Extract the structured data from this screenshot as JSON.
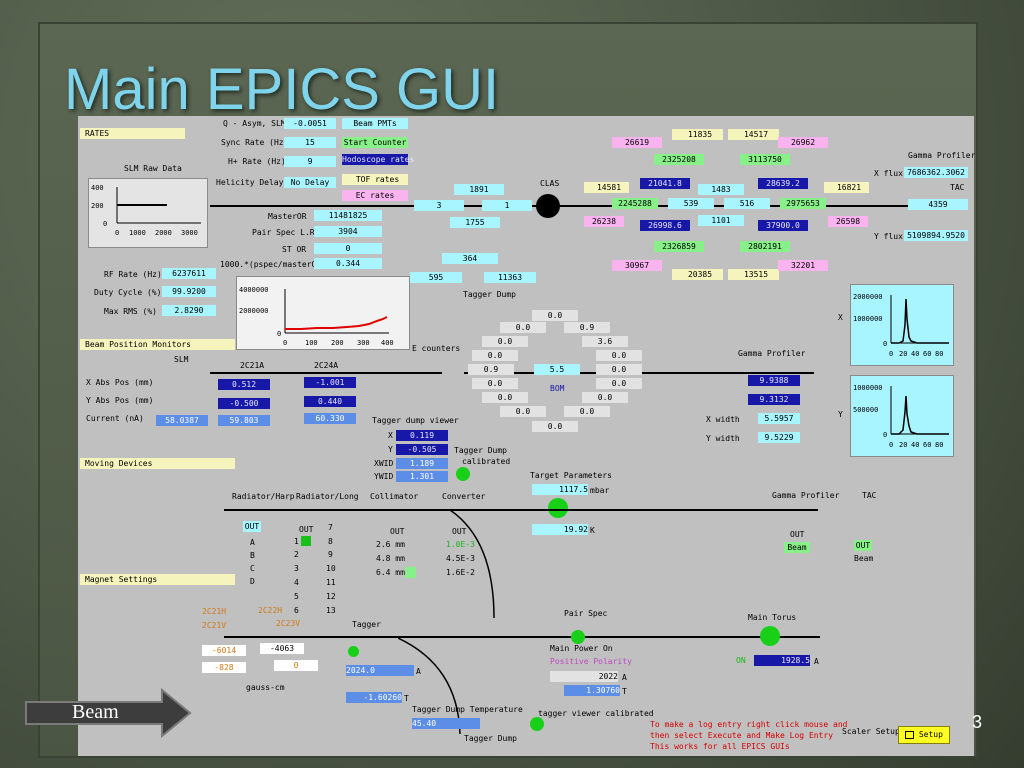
{
  "slide": {
    "title": "Main EPICS GUI",
    "page_number": "3",
    "nav_label": "Beam"
  },
  "gui": {
    "rates_section": "RATES",
    "bpm_section": "Beam Position Monitors",
    "moving_section": "Moving Devices",
    "magnet_section": "Magnet Settings",
    "top_rates": [
      {
        "label": "Q - Asym, SLM",
        "value": "-0.0051"
      },
      {
        "label": "Sync Rate (Hz)",
        "value": "15"
      },
      {
        "label": "H+ Rate (Hz)",
        "value": "9"
      },
      {
        "label": "Helicity Delay",
        "value": "No Delay"
      }
    ],
    "rate_buttons": [
      "Beam PMTs",
      "Start Counter",
      "Hodoscope rates",
      "TOF rates",
      "EC rates"
    ],
    "slm_raw": {
      "title": "SLM Raw Data",
      "yticks": [
        "400",
        "200",
        "0"
      ],
      "xticks": [
        "0",
        "1000",
        "2000",
        "3000"
      ]
    },
    "master": [
      {
        "label": "MasterOR",
        "value": "11481825"
      },
      {
        "label": "Pair Spec L.R",
        "value": "3904"
      },
      {
        "label": "ST OR",
        "value": "0"
      },
      {
        "label": "1000.*(pspec/masterOR)",
        "value": "0.344"
      }
    ],
    "rf": [
      {
        "label": "RF Rate (Hz)",
        "value": "6237611"
      },
      {
        "label": "Duty Cycle (%)",
        "value": "99.9200"
      },
      {
        "label": "Max RMS (%)",
        "value": "2.8290"
      }
    ],
    "ratio_plot": {
      "yticks": [
        "4000000",
        "2000000",
        "0"
      ],
      "xticks": [
        "0",
        "100",
        "200",
        "300",
        "400"
      ]
    },
    "beamline": {
      "clas_label": "CLAS",
      "tagger_dump_label": "Tagger Dump",
      "e_counters_label": "E counters",
      "left_values": {
        "v1891": "1891",
        "v3": "3",
        "v1": "1",
        "v1755": "1755",
        "v364": "364",
        "v595": "595",
        "v11363": "11363"
      },
      "mid_values": {
        "v26619": "26619",
        "v11835": "11835",
        "v14517": "14517",
        "v26962": "26962",
        "v2325208": "2325208",
        "v3113750": "3113750",
        "v14581": "14581",
        "v21041": "21041.8",
        "v1483": "1483",
        "v28639": "28639.2",
        "v16821": "16821",
        "v2245288": "2245288",
        "v539": "539",
        "v516": "516",
        "v2975653": "2975653",
        "v26238": "26238",
        "v26998": "26998.6",
        "v1101": "1101",
        "v37900": "37900.0",
        "v26598": "26598",
        "v2326859": "2326859",
        "v2802191": "2802191",
        "v30967": "30967",
        "v20385": "20385",
        "v13515": "13515",
        "v32201": "32201"
      }
    },
    "gamma_profiler_top": {
      "title": "Gamma Profiler",
      "xflux_label": "X flux",
      "xflux_value": "7686362.3062",
      "tac_label": "TAC",
      "tac_value": "4359",
      "yflux_label": "Y flux",
      "yflux_value": "5109894.9520"
    },
    "hist_x": {
      "axis_label": "X",
      "yticks": [
        "2000000",
        "1000000",
        "0"
      ],
      "xticks": [
        "0",
        "20",
        "40",
        "60",
        "80"
      ]
    },
    "hist_y": {
      "axis_label": "Y",
      "yticks": [
        "1000000",
        "500000",
        "0"
      ],
      "xticks": [
        "0",
        "20",
        "40",
        "60",
        "80"
      ]
    },
    "bom": {
      "label": "BOM",
      "center": "5.5",
      "ring": [
        "0.0",
        "0.0",
        "0.9",
        "0.0",
        "3.6",
        "0.0",
        "0.0",
        "0.9",
        "0.0",
        "0.0",
        "0.0",
        "0.0",
        "0.0",
        "0.0",
        "0.0",
        "0.0"
      ]
    },
    "gamma_profiler_mid": {
      "title": "Gamma Profiler",
      "v1": "9.9388",
      "v2": "9.3132",
      "xwidth_label": "X width",
      "xwidth_value": "5.5957",
      "ywidth_label": "Y width",
      "ywidth_value": "9.5229"
    },
    "bpm": {
      "slm_label": "SLM",
      "col1": "2C21A",
      "col2": "2C24A",
      "rows": [
        {
          "label": "X Abs Pos (mm)",
          "v1": "0.512",
          "v2": "-1.001"
        },
        {
          "label": "Y Abs Pos (mm)",
          "v1": "-0.500",
          "v2": "0.440"
        },
        {
          "label": "Current (nA)",
          "slm": "58.0387",
          "v1": "59.803",
          "v2": "60.330"
        }
      ]
    },
    "tagger_viewer": {
      "title": "Tagger dump viewer",
      "rows": [
        {
          "label": "X",
          "value": "0.119"
        },
        {
          "label": "Y",
          "value": "-0.505"
        },
        {
          "label": "XWID",
          "value": "1.189"
        },
        {
          "label": "YWID",
          "value": "1.301"
        }
      ],
      "calib_line1": "Tagger Dump",
      "calib_line2": "calibrated"
    },
    "target": {
      "title": "Target Parameters",
      "pressure": "1117.5",
      "pressure_unit": "mbar",
      "temp": "19.92",
      "temp_unit": "K"
    },
    "devices": {
      "headers": [
        "Radiator/Harp",
        "Radiator/Long",
        "Collimator",
        "Converter",
        "Gamma Profiler",
        "TAC"
      ],
      "harp": [
        "OUT",
        "A",
        "B",
        "C",
        "D"
      ],
      "long_out": "OUT",
      "long_nums": [
        "1",
        "2",
        "3",
        "4",
        "5",
        "6"
      ],
      "long_nums2": [
        "7",
        "8",
        "9",
        "10",
        "11",
        "12",
        "13"
      ],
      "coll_out": "OUT",
      "coll": [
        "2.6 mm",
        "4.8 mm",
        "6.4 mm"
      ],
      "conv_out": "OUT",
      "conv": [
        "1.0E-3",
        "4.5E-3",
        "1.6E-2"
      ],
      "gp_out": "OUT",
      "gp_state": "Beam",
      "tac_out": "OUT",
      "tac_state": "Beam"
    },
    "magnets": {
      "c2c21h": "2C21H",
      "c2c21v": "2C21V",
      "c2c22h": "2C22H",
      "c2c23v": "2C23V",
      "v6014": "-6014",
      "v828": "-828",
      "v4063": "-4063",
      "v0": "0",
      "gauss": "gauss-cm",
      "tagger_label": "Tagger",
      "tagger_val": "2024.0",
      "tagger_unit": "A",
      "tagger_val2": "-1.60260",
      "tagger_unit2": "T",
      "dump_temp_label": "Tagger Dump Temperature",
      "dump_temp": "45.40",
      "dump_label": "Tagger Dump",
      "viewer_calib": "tagger viewer calibrated",
      "pairspec_label": "Pair Spec",
      "main_power": "Main Power On",
      "polarity": "Positive Polarity",
      "ps_a": "2022",
      "ps_a_unit": "A",
      "ps_t": "1.30760",
      "ps_t_unit": "T",
      "torus_label": "Main Torus",
      "torus_on": "ON",
      "torus_val": "1928.5",
      "torus_unit": "A"
    },
    "note_lines": [
      "To make a log entry right click mouse and",
      "then select Execute and Make Log Entry",
      "This works for all EPICS GUIs"
    ],
    "scaler_label": "Scaler Setup",
    "setup_button": "Setup"
  },
  "colors": {
    "title": "#7fd3ea",
    "panel": "#c0c0c0",
    "cyan": "#a8f4ff",
    "pink": "#f9b4f0",
    "green": "#88f088",
    "navy": "#1818a8",
    "status_green": "#18d018"
  }
}
